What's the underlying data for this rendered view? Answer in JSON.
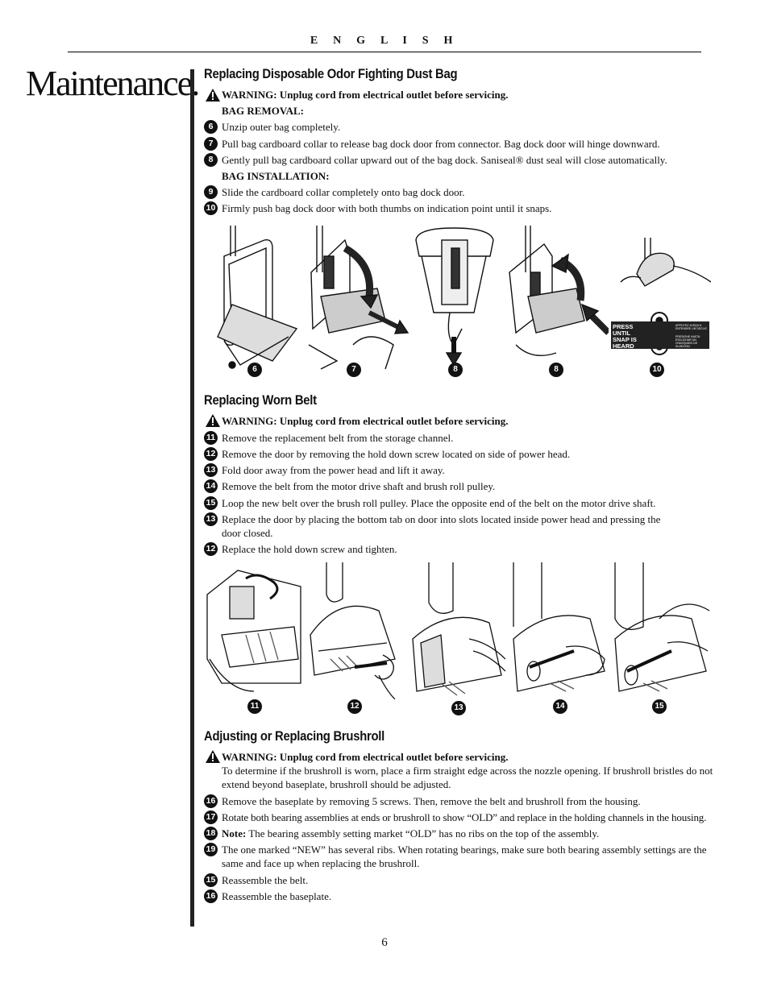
{
  "header": {
    "language": "E N G L I S H"
  },
  "page_title": "Maintenance.",
  "page_number": "6",
  "section1": {
    "title": "Replacing Disposable Odor Fighting Dust Bag",
    "warning": "WARNING: Unplug cord from electrical outlet before servicing.",
    "removal_heading": "BAG REMOVAL:",
    "steps_removal": [
      {
        "num": "6",
        "text": "Unzip outer bag completely."
      },
      {
        "num": "7",
        "text": "Pull bag cardboard collar to release bag dock door from connector. Bag dock door will hinge downward."
      },
      {
        "num": "8",
        "text": "Gently pull bag cardboard collar upward out of the bag dock. Saniseal® dust seal will close automatically."
      }
    ],
    "installation_heading": "BAG INSTALLATION:",
    "steps_install": [
      {
        "num": "9",
        "text": "Slide the cardboard collar completely onto bag dock door."
      },
      {
        "num": "10",
        "text": "Firmly push bag dock door with both thumbs on indication point until it snaps."
      }
    ],
    "figure_labels": [
      "6",
      "7",
      "8",
      "8",
      "10"
    ],
    "press_label": "PRESS UNTIL SNAP IS HEARD",
    "press_label_fr": "APPUYEZ JUSQU'A ENTENDRE UN DECLIC",
    "press_label_es": "PRESIONE HASTA ESCUCHAR UN CHASQUIDO DE SUJECION"
  },
  "section2": {
    "title": "Replacing Worn Belt",
    "warning": "WARNING: Unplug cord from electrical outlet before servicing.",
    "steps": [
      {
        "num": "11",
        "text": "Remove the replacement belt from the storage channel."
      },
      {
        "num": "12",
        "text": "Remove the door by removing the hold down screw located on side of power head."
      },
      {
        "num": "13",
        "text": "Fold door away from the power head and lift it away."
      },
      {
        "num": "14",
        "text": "Remove the belt from the motor drive shaft and brush roll pulley."
      },
      {
        "num": "15",
        "text": "Loop the new belt over the brush roll pulley. Place the opposite end of the belt on the motor drive shaft."
      },
      {
        "num": "13",
        "text": "Replace the door by placing the bottom tab on door into slots located inside power head and pressing the door closed."
      },
      {
        "num": "12",
        "text": "Replace the hold down screw and tighten."
      }
    ],
    "figure_labels": [
      "11",
      "12",
      "13",
      "14",
      "15"
    ]
  },
  "section3": {
    "title": "Adjusting or Replacing Brushroll",
    "warning": "WARNING: Unplug cord from electrical outlet before servicing.",
    "intro": "To determine if the brushroll is worn, place a firm straight edge across the nozzle opening. If brushroll bristles do not extend beyond baseplate, brushroll should be adjusted.",
    "steps": [
      {
        "num": "16",
        "text": "Remove the baseplate by removing 5 screws. Then, remove the belt and brushroll from the housing."
      },
      {
        "num": "17",
        "text": "Rotate both bearing assemblies at ends or brushroll to show “OLD” and replace in the holding channels in the housing."
      },
      {
        "num": "18",
        "note": "Note:",
        "text": " The bearing assembly setting market “OLD” has no ribs on the top of the assembly."
      },
      {
        "num": "19",
        "text": "The one marked “NEW” has several ribs. When rotating bearings, make sure both bearing assembly settings are the same and face up when replacing the brushroll."
      },
      {
        "num": "15",
        "text": "Reassemble the belt."
      },
      {
        "num": "16",
        "text": "Reassemble the baseplate."
      }
    ]
  }
}
